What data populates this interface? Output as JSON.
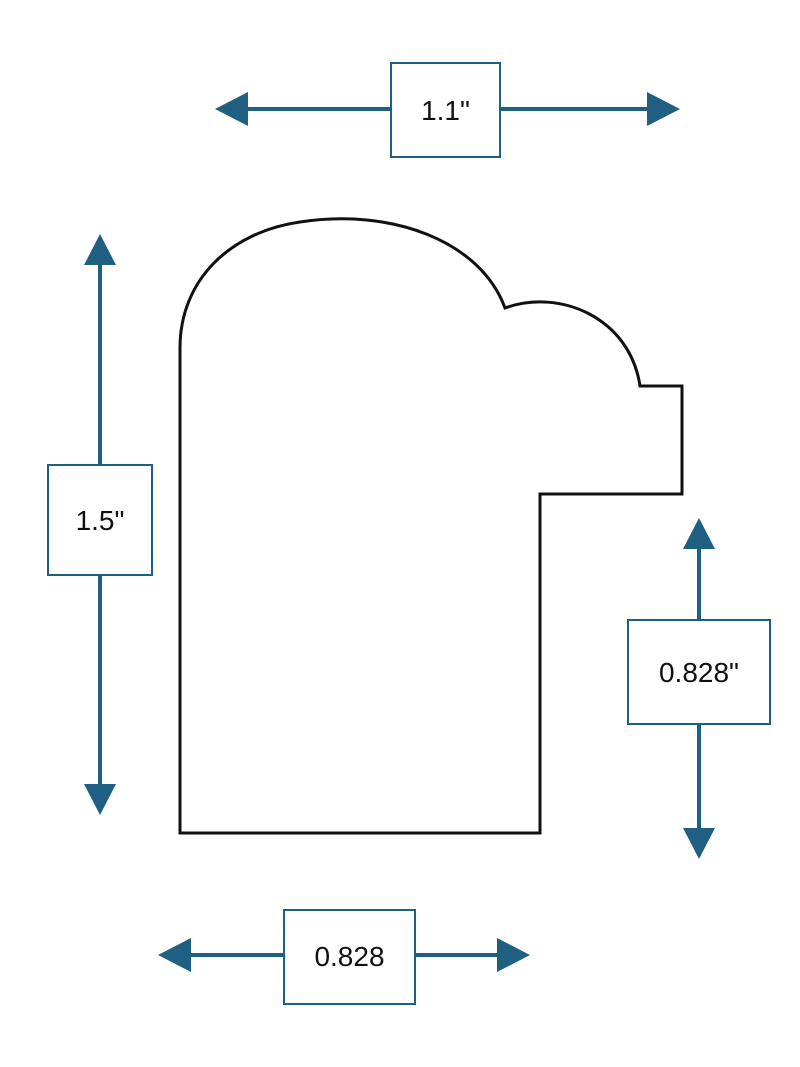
{
  "dimensions": {
    "top_width": "1.1\"",
    "left_height": "1.5\"",
    "right_height": "0.828\"",
    "bottom_width": "0.828"
  },
  "colors": {
    "dimension_blue": "#1f5f82",
    "outline": "#111111",
    "background": "#ffffff"
  }
}
